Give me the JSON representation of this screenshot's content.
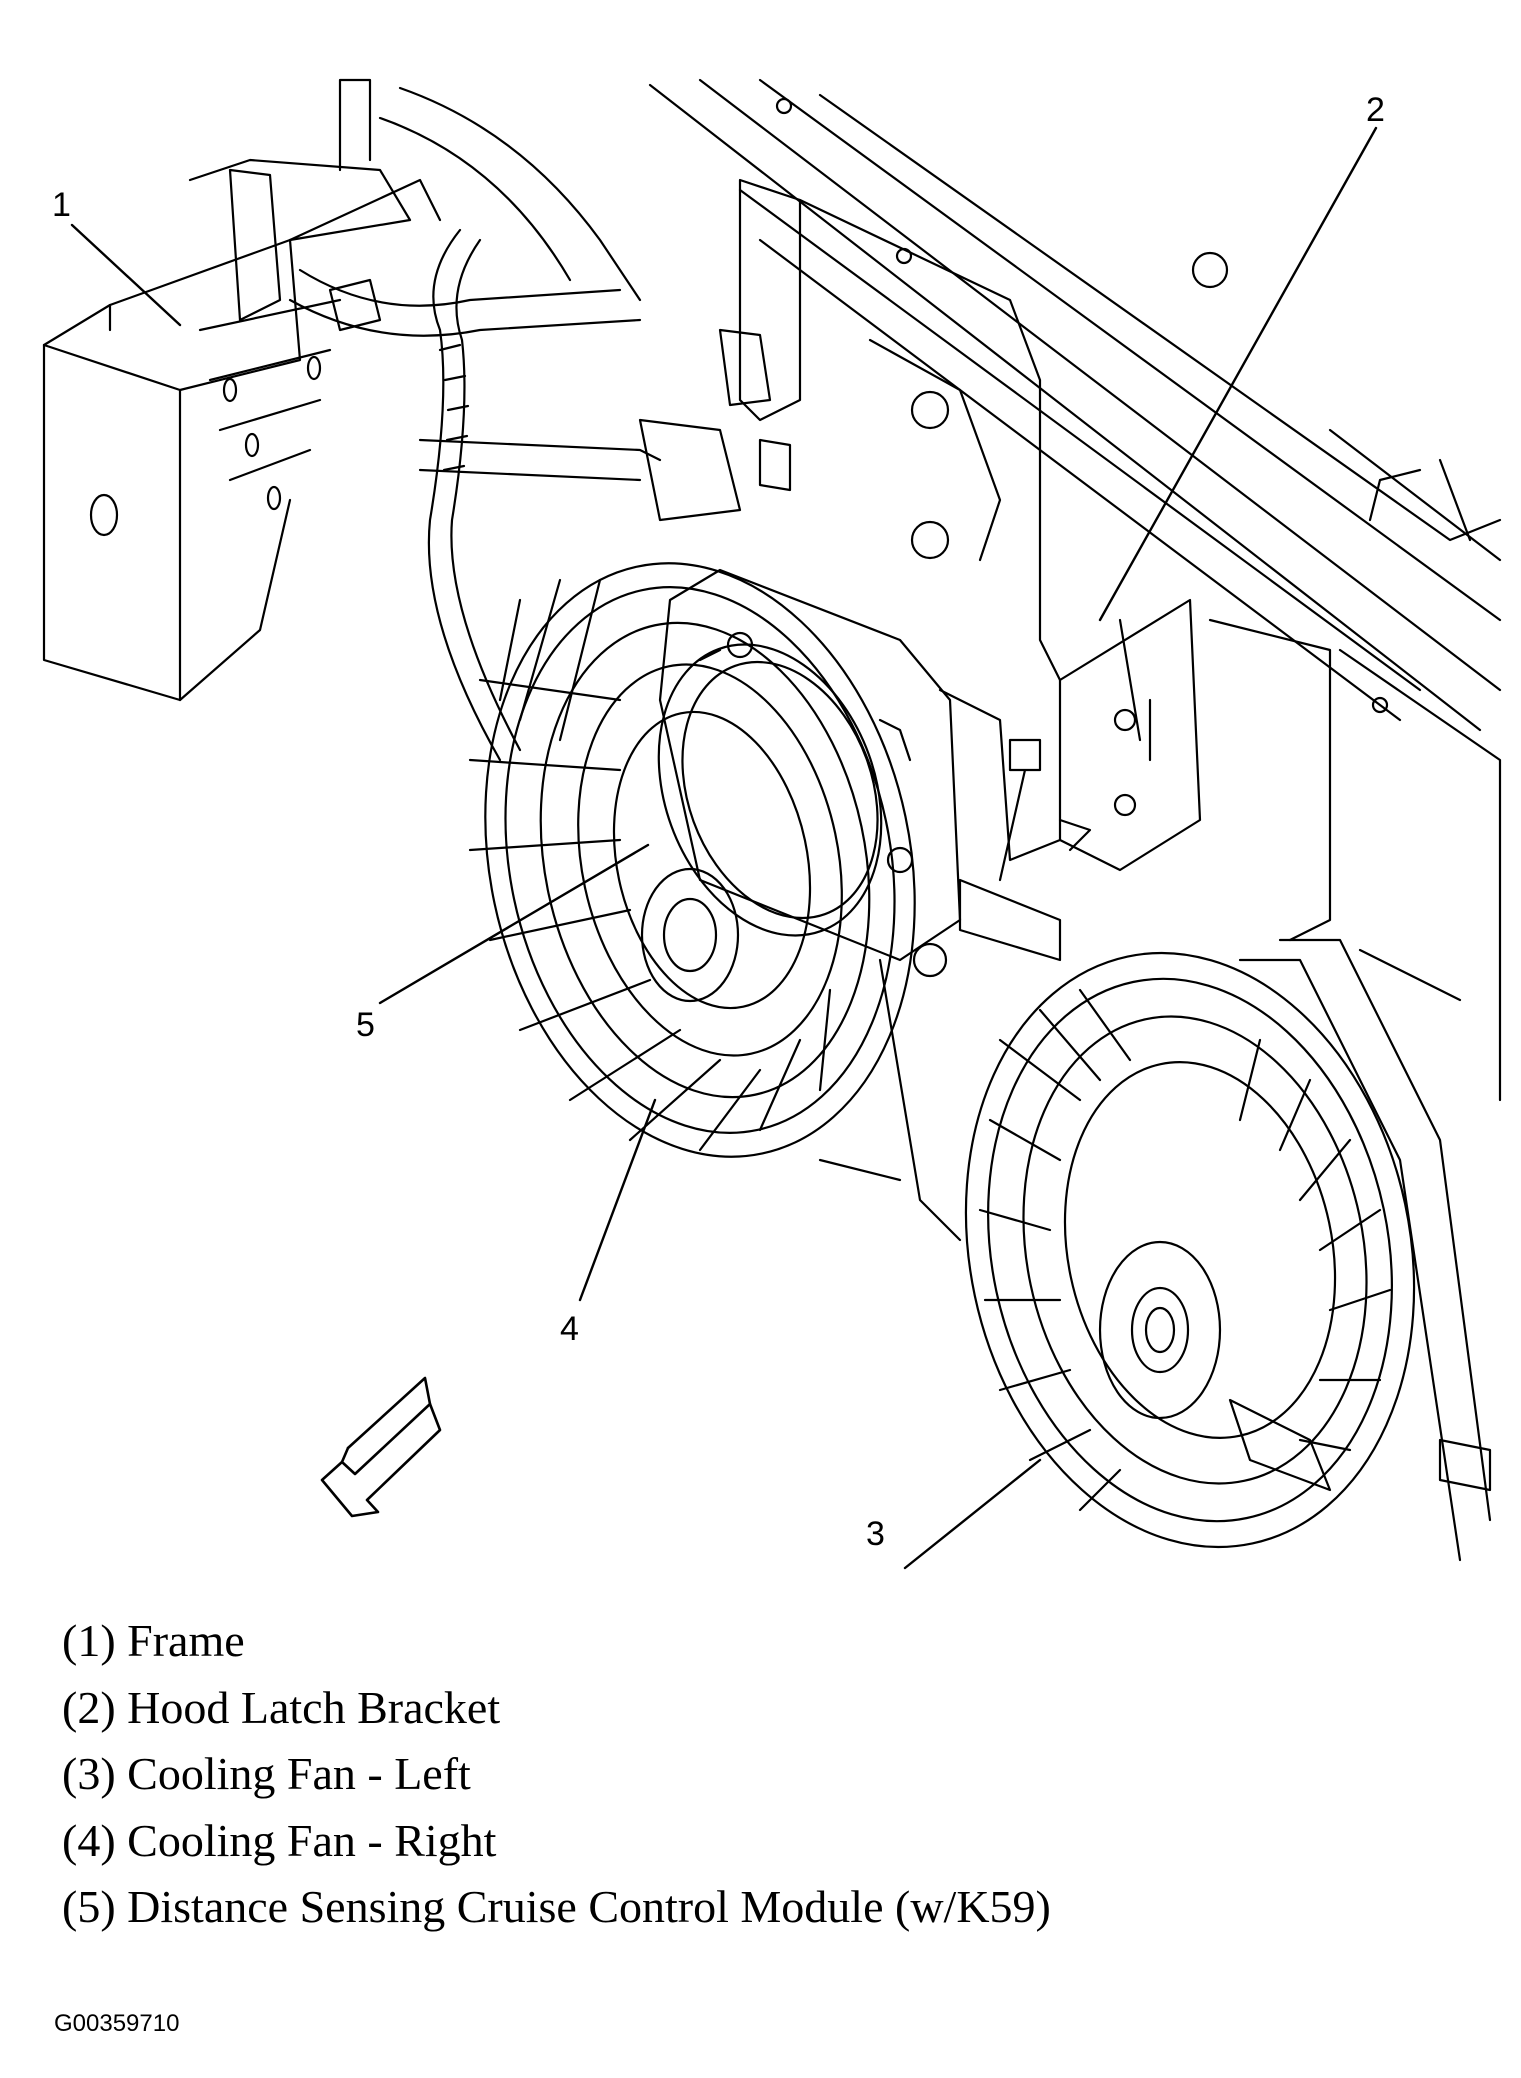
{
  "callouts": [
    {
      "number": "1",
      "text": "Frame"
    },
    {
      "number": "2",
      "text": "Hood Latch Bracket"
    },
    {
      "number": "3",
      "text": "Cooling Fan - Left"
    },
    {
      "number": "4",
      "text": "Cooling Fan - Right"
    },
    {
      "number": "5",
      "text": "Distance Sensing Cruise Control Module (w/K59)"
    }
  ],
  "legend": [
    "(1) Frame",
    "(2) Hood Latch Bracket",
    "(3) Cooling Fan - Left",
    "(4) Cooling Fan - Right",
    "(5) Distance Sensing Cruise Control Module (w/K59)"
  ],
  "figure_id": "G00359710"
}
